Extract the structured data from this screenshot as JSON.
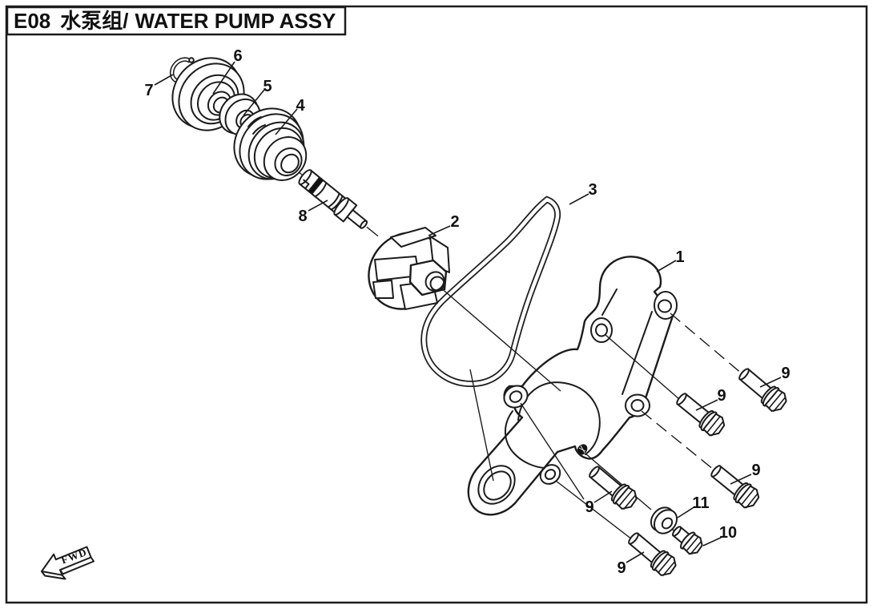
{
  "title": {
    "code": "E08",
    "name_zh": "水泵组",
    "separator": "/",
    "name_en": "WATER PUMP ASSY"
  },
  "fwd_marker": "FWD",
  "callouts": {
    "cover": "1",
    "impeller": "2",
    "gasket": "3",
    "mechanical_seal": "4",
    "seal_washer": "5",
    "bearing": "6",
    "circlip": "7",
    "shaft": "8",
    "bolt_1": "9",
    "bolt_2": "9",
    "bolt_3": "9",
    "bolt_4": "9",
    "bolt_5": "9",
    "bolt_short": "10",
    "washer": "11"
  },
  "colors": {
    "line": "#1c1c1c",
    "background": "#ffffff"
  }
}
